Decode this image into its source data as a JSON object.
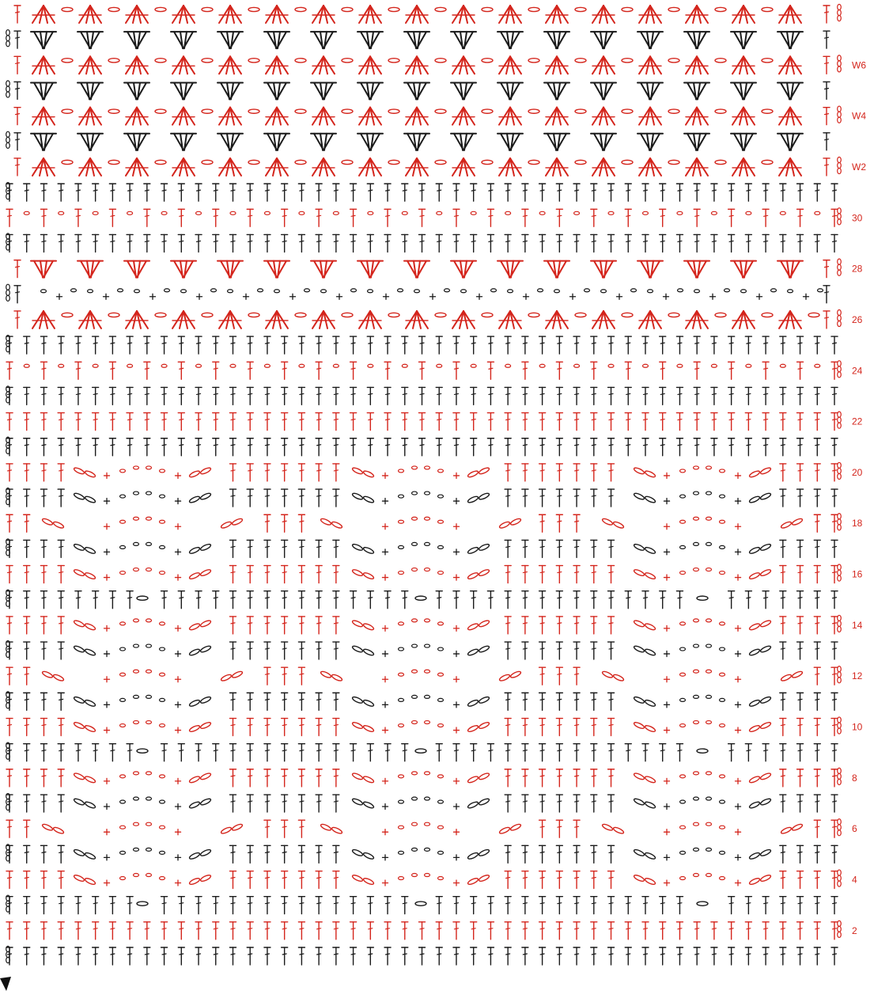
{
  "colors": {
    "odd_row": "#1a1a1a",
    "even_row": "#d4251c",
    "background": "#ffffff"
  },
  "row_labels": [
    "2",
    "4",
    "6",
    "8",
    "10",
    "12",
    "14",
    "16",
    "18",
    "20",
    "22",
    "24",
    "26",
    "28",
    "30",
    "W2",
    "W4",
    "W6"
  ],
  "icons": {
    "start_marker": "triangle-arrow-icon"
  },
  "legend_glyphs": {
    "stitch": "tall-stitch-icon",
    "chain": "chain-oval-icon",
    "single": "plus-stitch-icon",
    "cluster": "fan-cluster-icon"
  }
}
